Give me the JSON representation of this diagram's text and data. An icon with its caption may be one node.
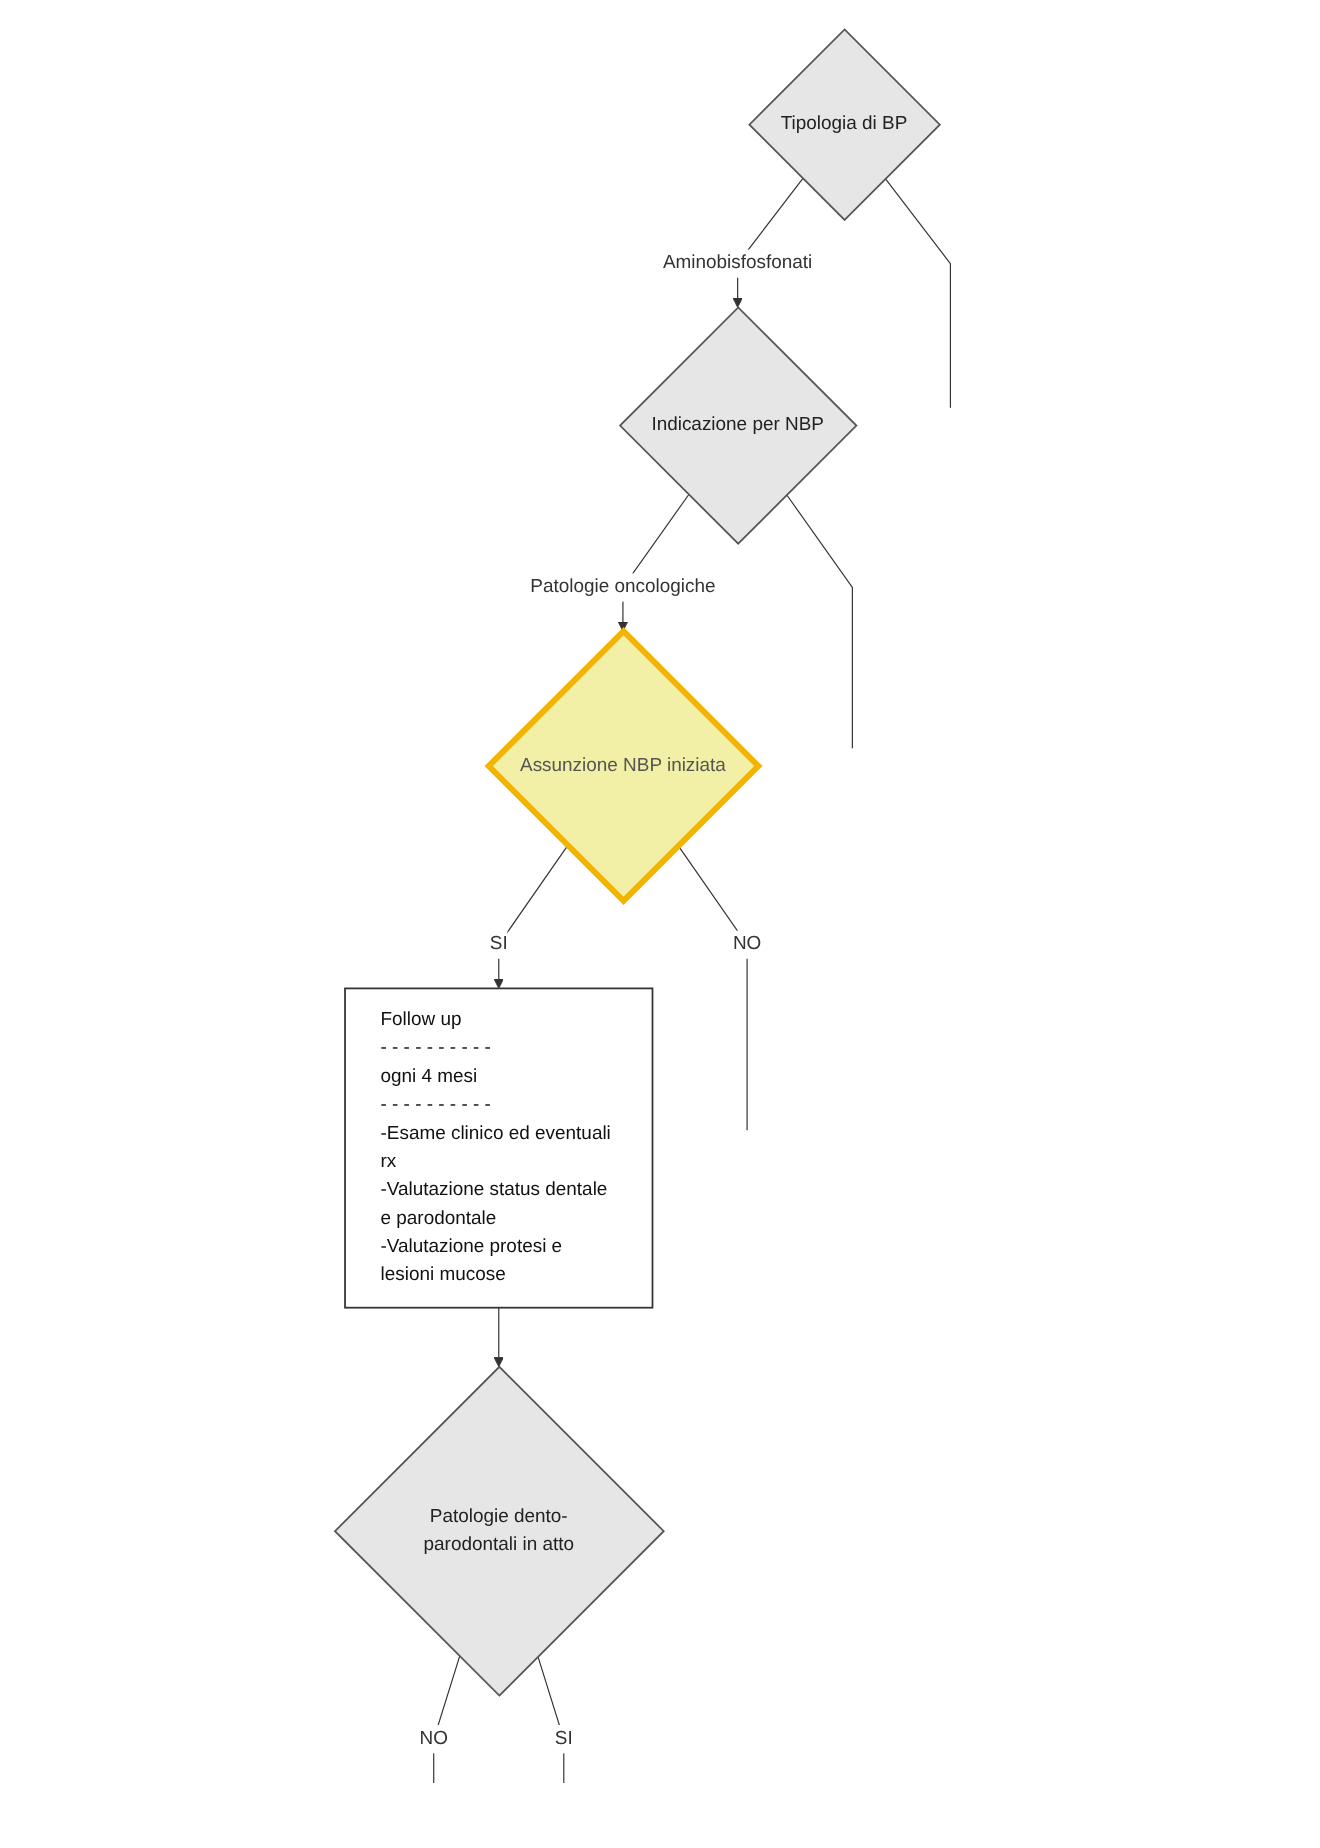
{
  "diagram": {
    "nodes": [
      {
        "text": [
          "Tipologia di BP"
        ]
      },
      {
        "text": [
          "Indicazione per NBP"
        ]
      },
      {
        "text": [
          "Assunzione NBP iniziata"
        ]
      },
      {
        "text": [
          "Follow up",
          "- - - - - - - - - -",
          "ogni 4 mesi",
          "- - - - - - - - - -",
          "-Esame clinico ed eventuali rx",
          "-Valutazione status dentale e parodontale",
          "-Valutazione protesi e lesioni mucose"
        ]
      },
      {
        "text": [
          "Patologie dento-parodontali in atto"
        ]
      }
    ],
    "edges": [
      {
        "from": 0,
        "to": null,
        "arrow": "none"
      },
      {
        "from": 0,
        "to": 1,
        "label": "Aminobisfosfonati",
        "arrow": "to"
      },
      {
        "from": 1,
        "to": 2,
        "label": "Patologie oncologiche",
        "arrow": "to"
      },
      {
        "from": 1,
        "to": null,
        "arrow": "none"
      },
      {
        "from": 2,
        "to": null,
        "label": "NO",
        "arrow": "none"
      },
      {
        "from": 2,
        "to": 3,
        "label": "SI",
        "arrow": "to"
      },
      {
        "from": 3,
        "to": 4,
        "arrow": "to"
      },
      {
        "from": 4,
        "to": null,
        "label": "NO",
        "arrow": "none"
      },
      {
        "from": 4,
        "to": null,
        "label": "SI",
        "arrow": "none"
      }
    ]
  }
}
